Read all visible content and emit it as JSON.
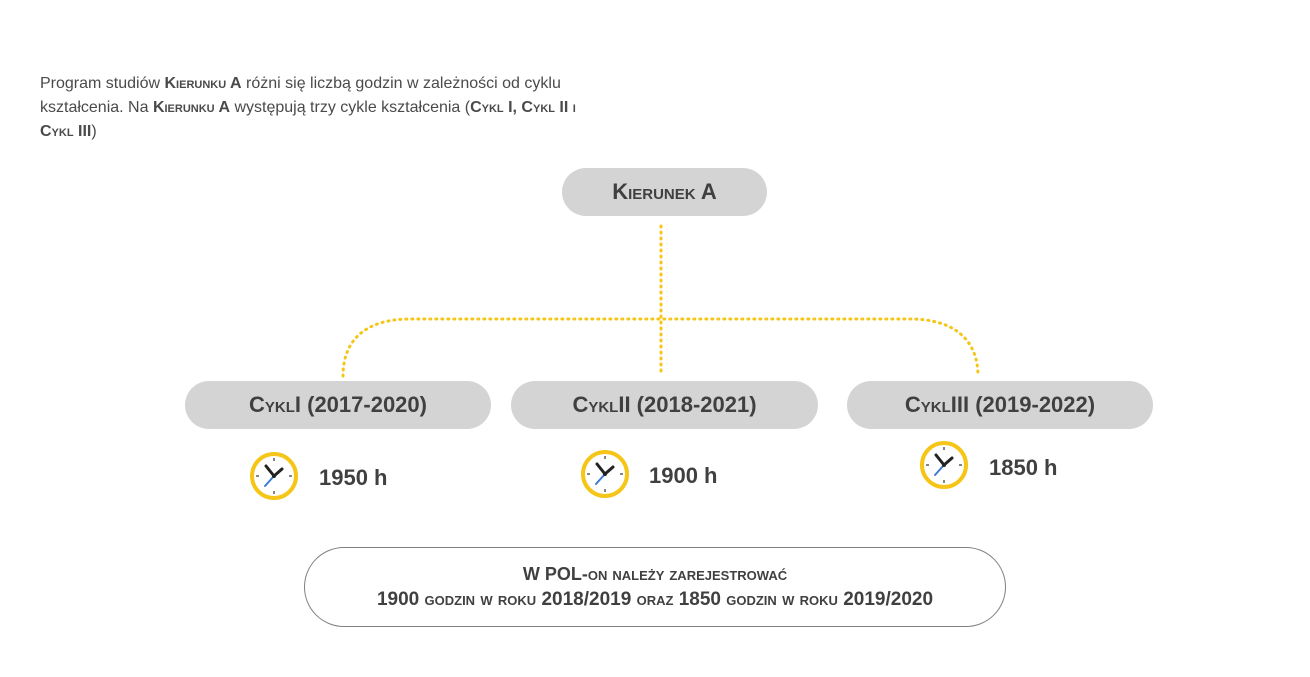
{
  "intro": {
    "p1": "Program studiów ",
    "b1": "Kierunku A",
    "p2": "  różni się liczbą godzin w zależności od cyklu kształcenia. Na ",
    "b2": "Kierunku A",
    "p3": " występują trzy cykle kształcenia (",
    "b3": "Cykl I, Cykl II i Cykl III",
    "p4": ")"
  },
  "root": {
    "label": "Kierunek A"
  },
  "cycles": [
    {
      "word": "Cykl",
      "rest": " I (2017-2020)",
      "hours": "1950 h"
    },
    {
      "word": "Cykl",
      "rest": " II (2018-2021)",
      "hours": "1900 h"
    },
    {
      "word": "Cykl",
      "rest": " III (2019-2022)",
      "hours": "1850 h"
    }
  ],
  "note": {
    "line1_a": "W POL",
    "line1_b": "-on należy zarejestrować",
    "line2": [
      {
        "text": "1900",
        "sc": false
      },
      {
        "text": " godzin ",
        "sc": true
      },
      {
        "text": " w roku ",
        "sc": true
      },
      {
        "text": "2018/2019",
        "sc": false
      },
      {
        "text": " oraz ",
        "sc": true
      },
      {
        "text": "1850",
        "sc": false
      },
      {
        "text": " godzin ",
        "sc": true
      },
      {
        "text": " w roku ",
        "sc": true
      },
      {
        "text": "2019/2020",
        "sc": false
      }
    ]
  },
  "colors": {
    "connector": "#f5c518",
    "pill": "#d4d4d4",
    "clock_ring": "#f5c518",
    "clock_hand_blue": "#3a7bd5"
  },
  "icons": [
    "clock-icon"
  ]
}
